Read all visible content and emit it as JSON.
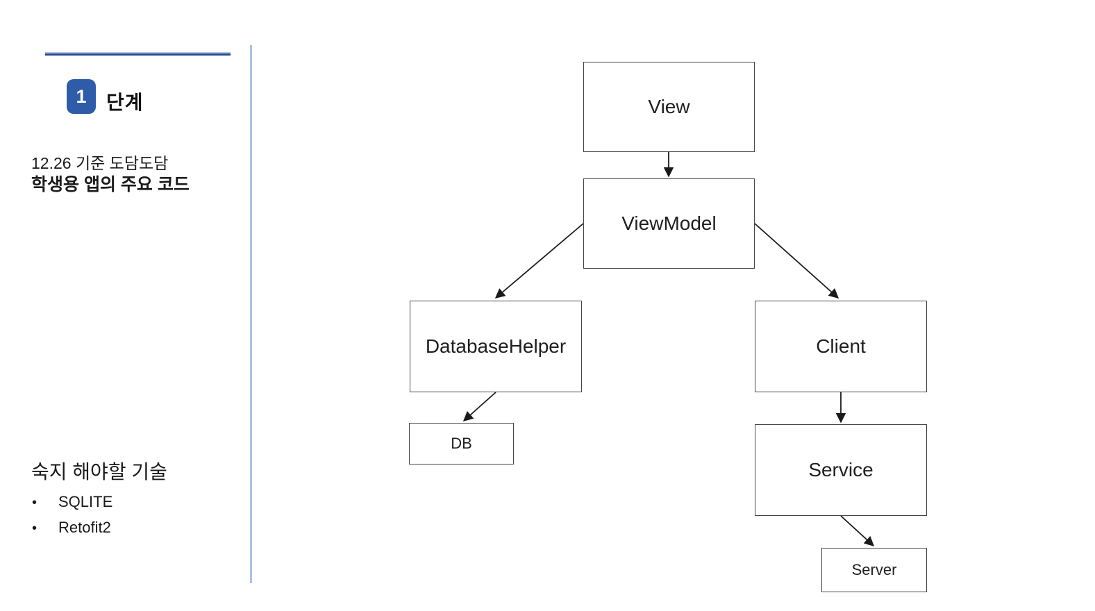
{
  "slide": {
    "step": {
      "number": "1",
      "label": "단계"
    },
    "subtitle": {
      "line1": "12.26 기준 도담도담",
      "line2": "학생용 앱의 주요 코드"
    },
    "skills": {
      "heading": "숙지 해야할 기술",
      "items": [
        "SQLITE",
        "Retofit2"
      ],
      "bullet_glyph": "•"
    },
    "colors": {
      "badge_blue": "#2e5ca8",
      "accent_line_dark": "#2b4a8f",
      "accent_line_light": "#aec6e8",
      "divider_light_blue": "#a9c3e2",
      "box_border": "#454545",
      "text": "#1a1a1a"
    }
  },
  "diagram": {
    "type": "flowchart",
    "nodes": [
      {
        "id": "view",
        "label": "View"
      },
      {
        "id": "viewmodel",
        "label": "ViewModel"
      },
      {
        "id": "databasehelper",
        "label": "DatabaseHelper"
      },
      {
        "id": "client",
        "label": "Client"
      },
      {
        "id": "db",
        "label": "DB"
      },
      {
        "id": "service",
        "label": "Service"
      },
      {
        "id": "server",
        "label": "Server"
      }
    ],
    "edges": [
      {
        "from": "View",
        "to": "ViewModel"
      },
      {
        "from": "ViewModel",
        "to": "DatabaseHelper"
      },
      {
        "from": "ViewModel",
        "to": "Client"
      },
      {
        "from": "DatabaseHelper",
        "to": "DB"
      },
      {
        "from": "Client",
        "to": "Service"
      },
      {
        "from": "Service",
        "to": "Server"
      }
    ]
  }
}
